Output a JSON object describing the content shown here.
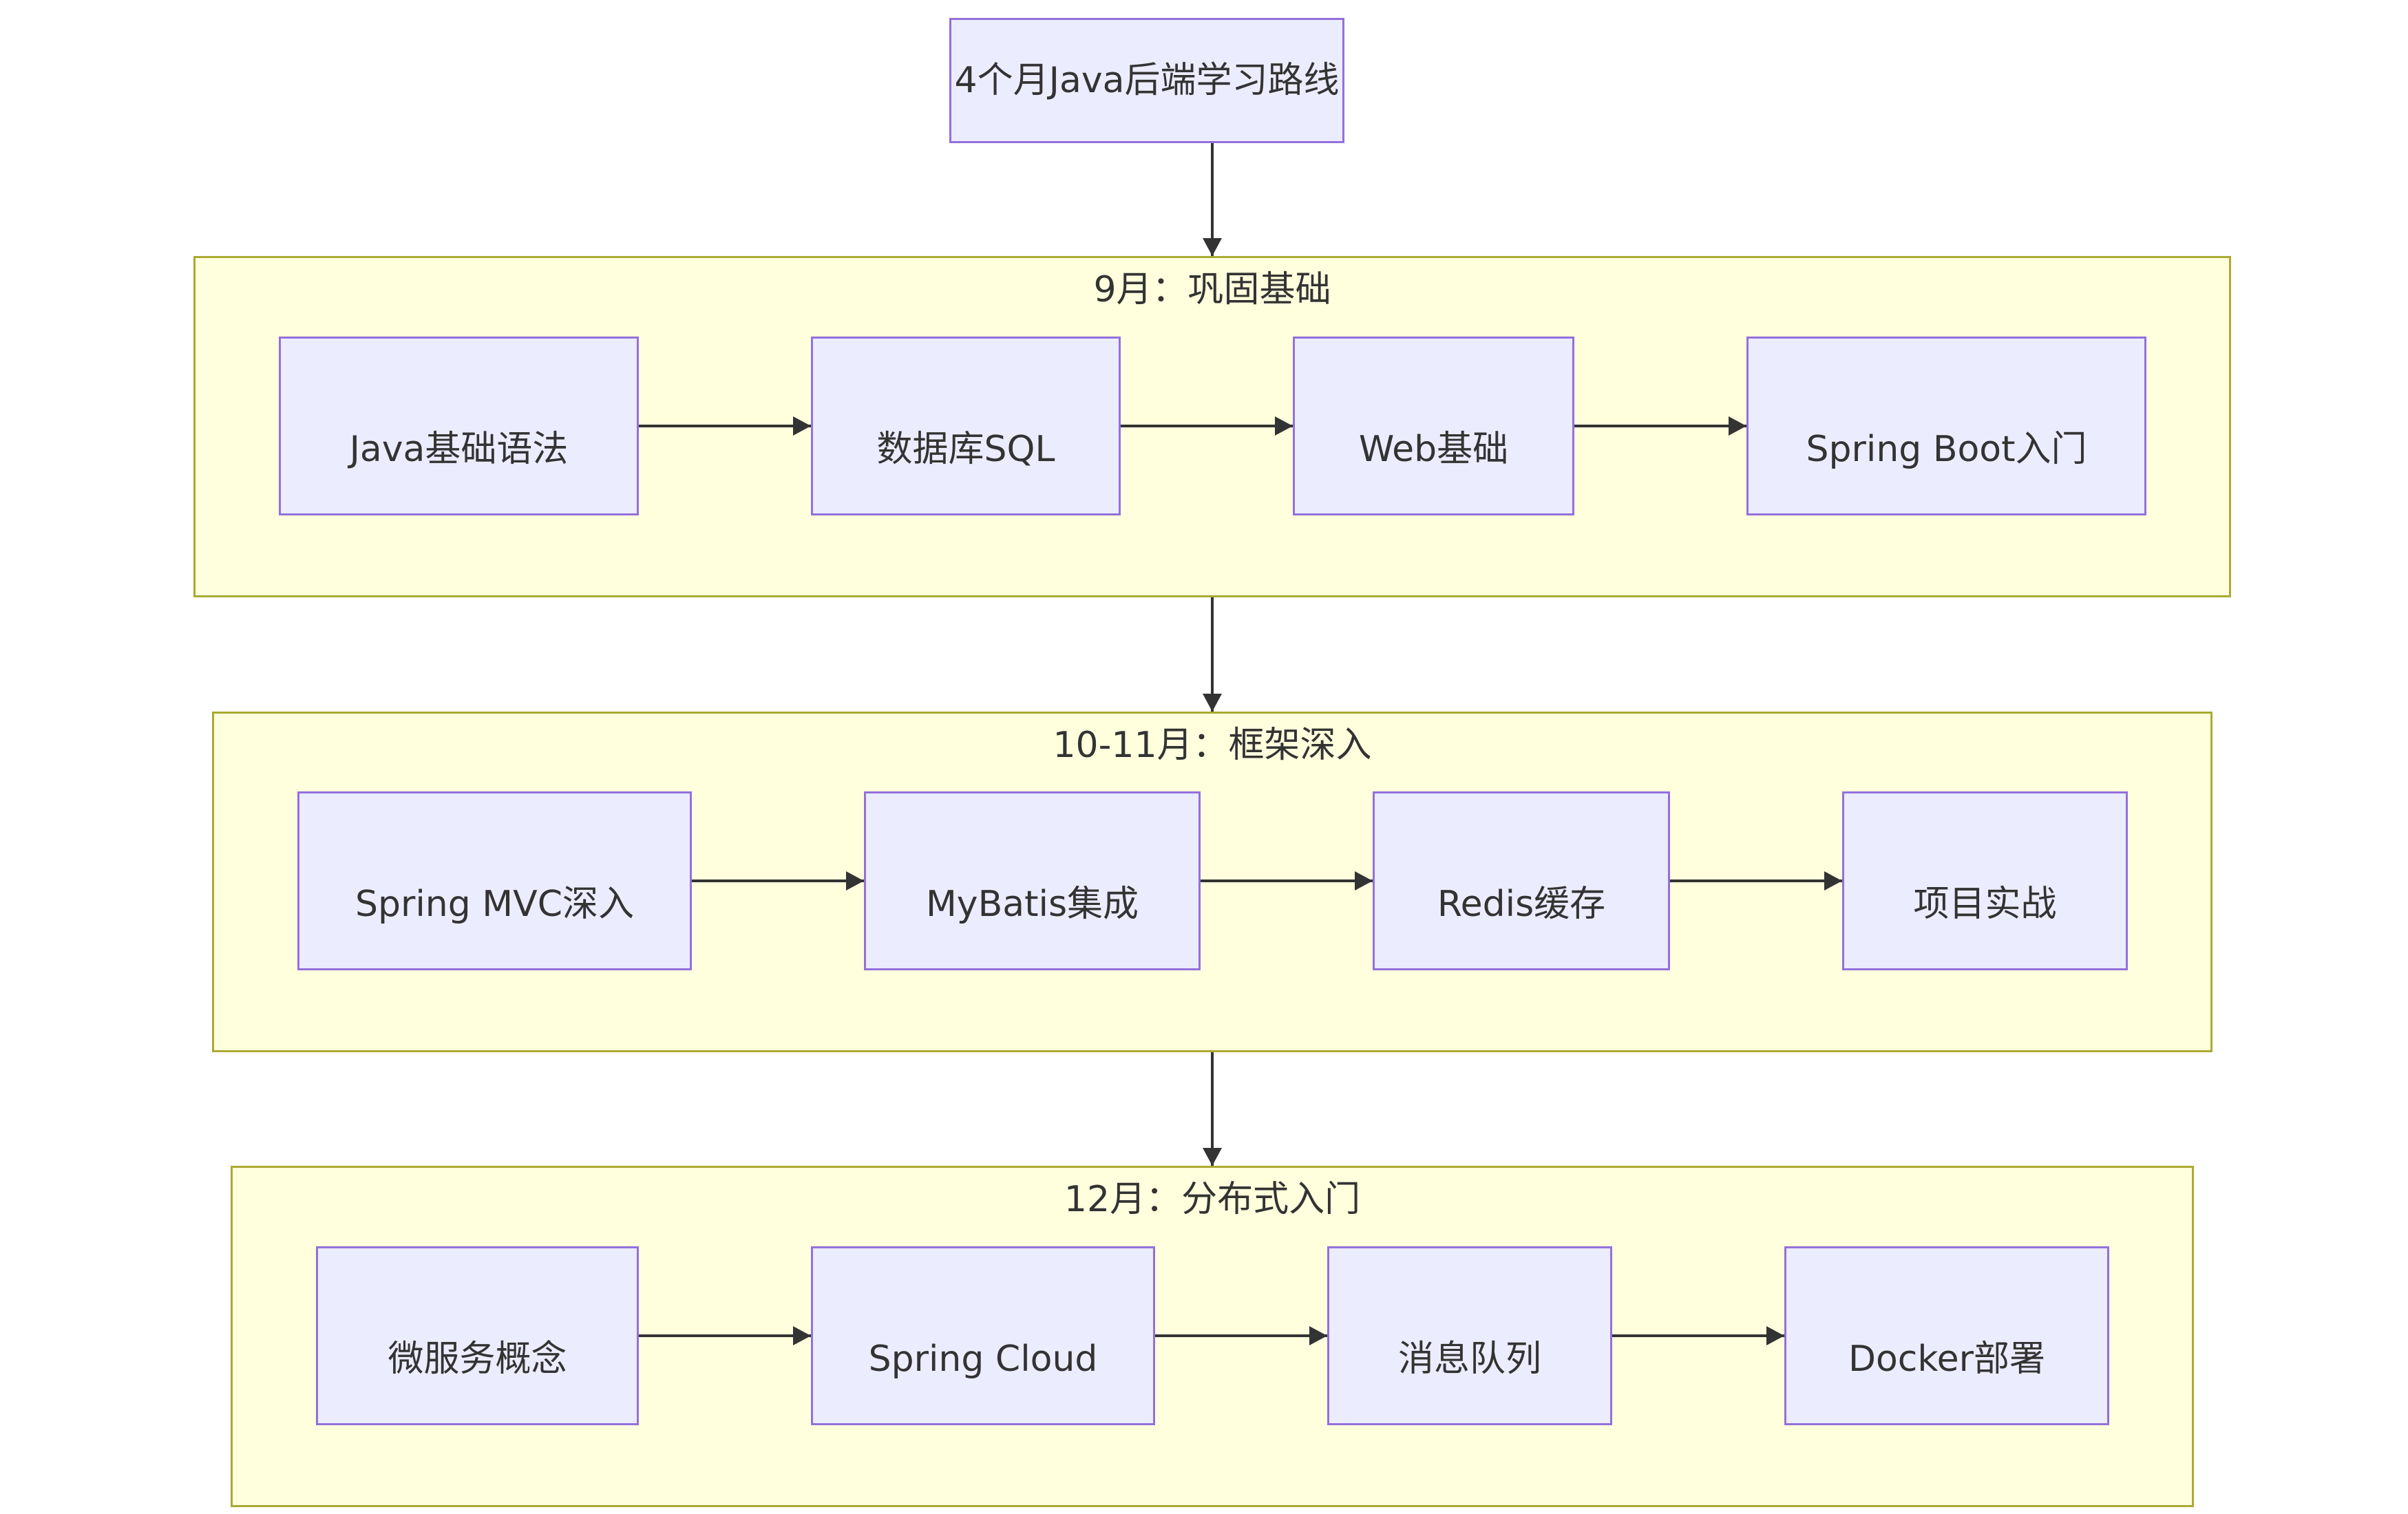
{
  "root": {
    "label": "4个月Java后端学习路线"
  },
  "phases": [
    {
      "title": "9月：巩固基础",
      "steps": [
        "Java基础语法",
        "数据库SQL",
        "Web基础",
        "Spring Boot入门"
      ]
    },
    {
      "title": "10-11月：框架深入",
      "steps": [
        "Spring MVC深入",
        "MyBatis集成",
        "Redis缓存",
        "项目实战"
      ]
    },
    {
      "title": "12月：分布式入门",
      "steps": [
        "微服务概念",
        "Spring Cloud",
        "消息队列",
        "Docker部署"
      ]
    }
  ],
  "colors": {
    "node_fill": "#ececff",
    "node_border": "#9370db",
    "cluster_fill": "#ffffde",
    "cluster_border": "#aaaa33",
    "edge": "#333333",
    "text": "#333333"
  }
}
